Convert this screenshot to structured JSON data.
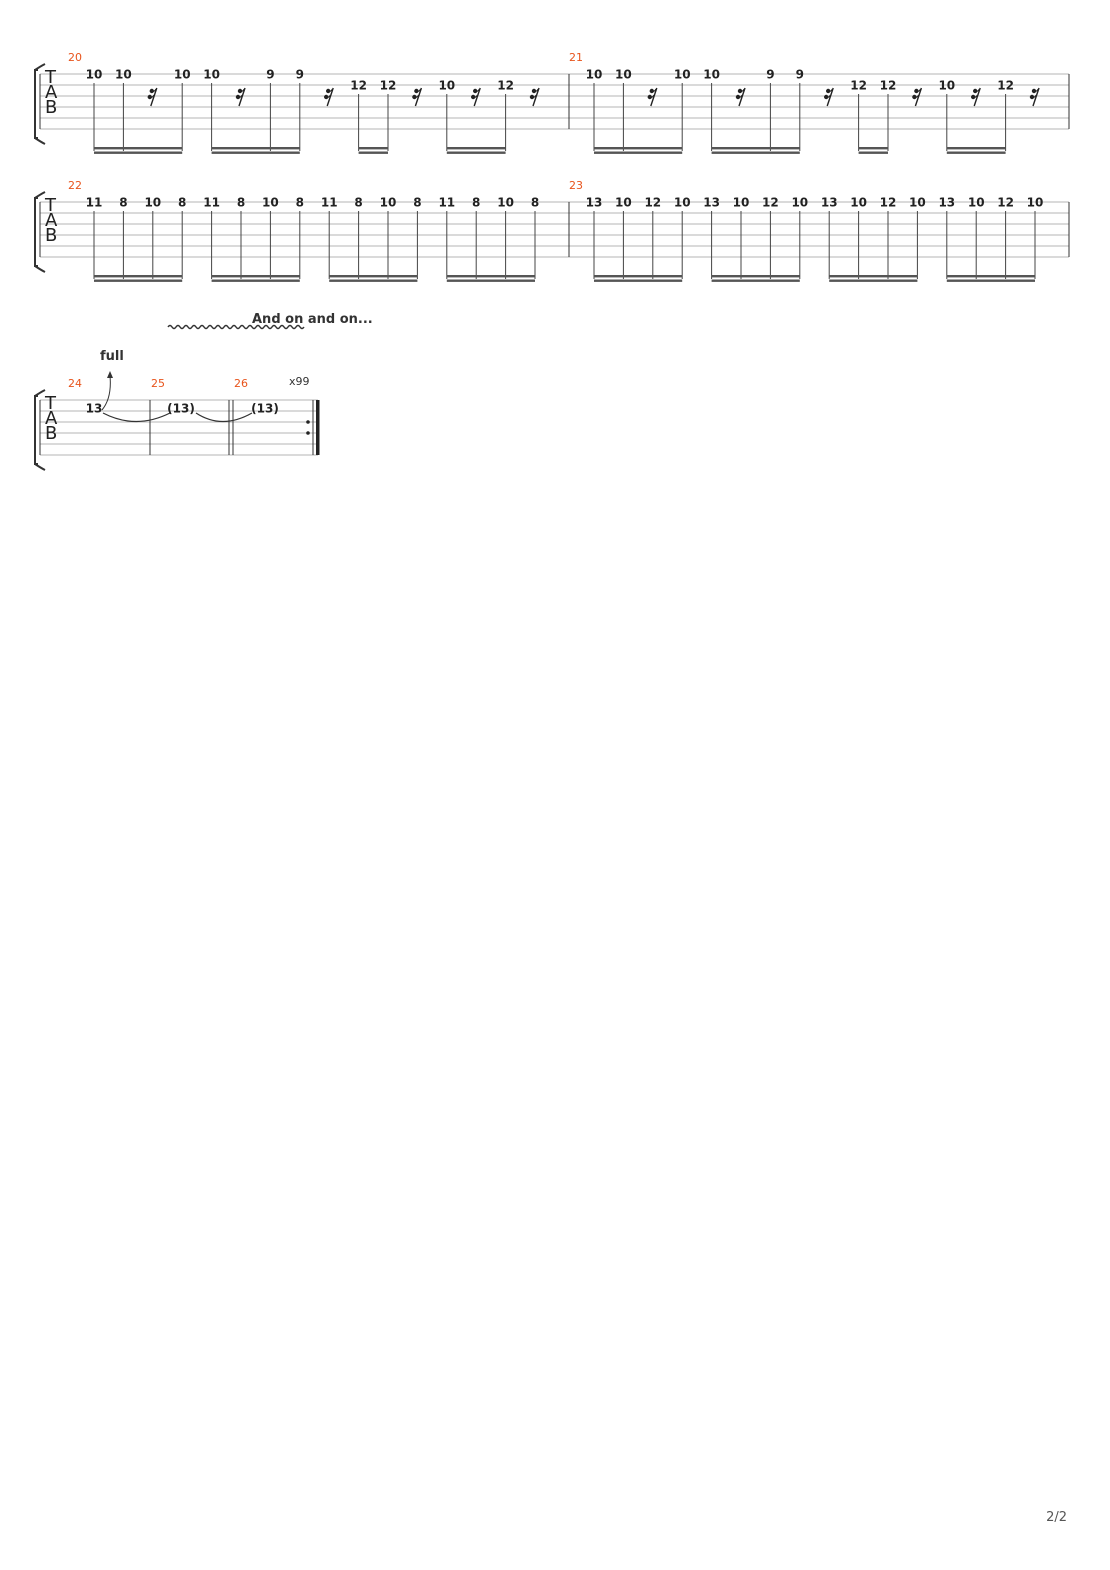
{
  "clef_letters": [
    "T",
    "A",
    "B"
  ],
  "systems": [
    {
      "measures": [
        {
          "number": "20",
          "notes": [
            {
              "fret": "10",
              "string": 1
            },
            {
              "fret": "10",
              "string": 1
            },
            {
              "rest": true
            },
            {
              "fret": "10",
              "string": 1
            },
            {
              "fret": "10",
              "string": 1
            },
            {
              "rest": true
            },
            {
              "fret": "9",
              "string": 1
            },
            {
              "fret": "9",
              "string": 1
            },
            {
              "rest": true
            },
            {
              "fret": "12",
              "string": 2
            },
            {
              "fret": "12",
              "string": 2
            },
            {
              "rest": true
            },
            {
              "fret": "10",
              "string": 2
            },
            {
              "rest": true
            },
            {
              "fret": "12",
              "string": 2
            },
            {
              "rest": true
            }
          ]
        },
        {
          "number": "21",
          "notes": [
            {
              "fret": "10",
              "string": 1
            },
            {
              "fret": "10",
              "string": 1
            },
            {
              "rest": true
            },
            {
              "fret": "10",
              "string": 1
            },
            {
              "fret": "10",
              "string": 1
            },
            {
              "rest": true
            },
            {
              "fret": "9",
              "string": 1
            },
            {
              "fret": "9",
              "string": 1
            },
            {
              "rest": true
            },
            {
              "fret": "12",
              "string": 2
            },
            {
              "fret": "12",
              "string": 2
            },
            {
              "rest": true
            },
            {
              "fret": "10",
              "string": 2
            },
            {
              "rest": true
            },
            {
              "fret": "12",
              "string": 2
            },
            {
              "rest": true
            }
          ]
        }
      ]
    },
    {
      "measures": [
        {
          "number": "22",
          "notes": [
            {
              "fret": "11",
              "string": 1
            },
            {
              "fret": "8",
              "string": 1
            },
            {
              "fret": "10",
              "string": 1
            },
            {
              "fret": "8",
              "string": 1
            },
            {
              "fret": "11",
              "string": 1
            },
            {
              "fret": "8",
              "string": 1
            },
            {
              "fret": "10",
              "string": 1
            },
            {
              "fret": "8",
              "string": 1
            },
            {
              "fret": "11",
              "string": 1
            },
            {
              "fret": "8",
              "string": 1
            },
            {
              "fret": "10",
              "string": 1
            },
            {
              "fret": "8",
              "string": 1
            },
            {
              "fret": "11",
              "string": 1
            },
            {
              "fret": "8",
              "string": 1
            },
            {
              "fret": "10",
              "string": 1
            },
            {
              "fret": "8",
              "string": 1
            }
          ]
        },
        {
          "number": "23",
          "notes": [
            {
              "fret": "13",
              "string": 1
            },
            {
              "fret": "10",
              "string": 1
            },
            {
              "fret": "12",
              "string": 1
            },
            {
              "fret": "10",
              "string": 1
            },
            {
              "fret": "13",
              "string": 1
            },
            {
              "fret": "10",
              "string": 1
            },
            {
              "fret": "12",
              "string": 1
            },
            {
              "fret": "10",
              "string": 1
            },
            {
              "fret": "13",
              "string": 1
            },
            {
              "fret": "10",
              "string": 1
            },
            {
              "fret": "12",
              "string": 1
            },
            {
              "fret": "10",
              "string": 1
            },
            {
              "fret": "13",
              "string": 1
            },
            {
              "fret": "10",
              "string": 1
            },
            {
              "fret": "12",
              "string": 1
            },
            {
              "fret": "10",
              "string": 1
            }
          ]
        }
      ]
    }
  ],
  "final_system": {
    "annotation": "And on and on...",
    "bend_label": "full",
    "repeat_count": "x99",
    "measures": [
      {
        "number": "24",
        "fret": "13"
      },
      {
        "number": "25",
        "fret": "(13)"
      },
      {
        "number": "26",
        "fret": "(13)"
      }
    ]
  },
  "page_number": "2/2"
}
